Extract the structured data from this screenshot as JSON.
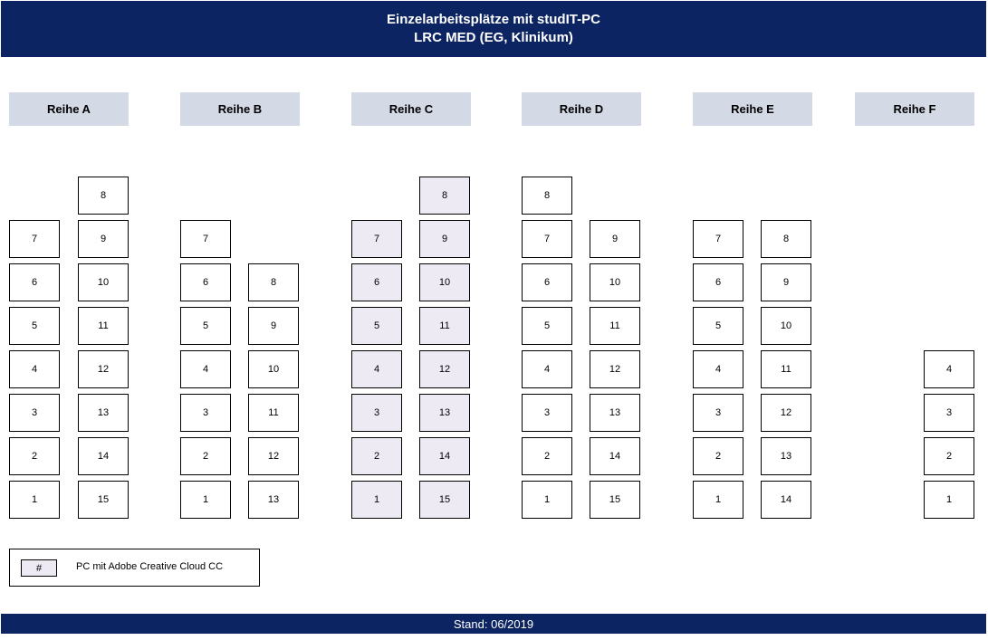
{
  "header": {
    "title_line1": "Einzelarbeitsplätze mit studIT-PC",
    "title_line2": "LRC MED (EG, Klinikum)"
  },
  "rows": [
    {
      "label": "Reihe A",
      "columns": [
        [
          "7",
          "6",
          "5",
          "4",
          "3",
          "2",
          "1"
        ],
        [
          "8",
          "9",
          "10",
          "11",
          "12",
          "13",
          "14",
          "15"
        ]
      ]
    },
    {
      "label": "Reihe B",
      "columns": [
        [
          "7",
          "6",
          "5",
          "4",
          "3",
          "2",
          "1"
        ],
        [
          "8",
          "9",
          "10",
          "11",
          "12",
          "13"
        ]
      ]
    },
    {
      "label": "Reihe C",
      "columns": [
        [
          "7",
          "6",
          "5",
          "4",
          "3",
          "2",
          "1"
        ],
        [
          "8",
          "9",
          "10",
          "11",
          "12",
          "13",
          "14",
          "15"
        ]
      ],
      "adobe": true
    },
    {
      "label": "Reihe D",
      "columns": [
        [
          "8",
          "7",
          "6",
          "5",
          "4",
          "3",
          "2",
          "1"
        ],
        [
          "9",
          "10",
          "11",
          "12",
          "13",
          "14",
          "15"
        ]
      ]
    },
    {
      "label": "Reihe E",
      "columns": [
        [
          "7",
          "6",
          "5",
          "4",
          "3",
          "2",
          "1"
        ],
        [
          "8",
          "9",
          "10",
          "11",
          "12",
          "13",
          "14"
        ]
      ]
    },
    {
      "label": "Reihe F",
      "columns": [
        [
          "4",
          "3",
          "2",
          "1"
        ]
      ]
    }
  ],
  "legend": {
    "symbol": "#",
    "text": "PC mit Adobe Creative Cloud CC",
    "color": "#edeaf3"
  },
  "footer": {
    "text": "Stand: 06/2019"
  },
  "colors": {
    "brand_navy": "#0c2461",
    "row_header_bg": "#d4d9e6",
    "adobe_seat_bg": "#edeaf3"
  }
}
